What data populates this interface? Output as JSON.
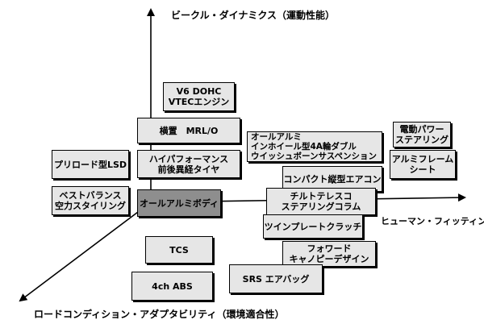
{
  "axes": {
    "vertical": "ビークル・ダイナミクス（運動性能）",
    "horizontal": "ヒューマン・フィッティング",
    "diagonal": "ロードコンディション・アダプタビリティ（環境適合性）"
  },
  "boxes": {
    "v6_dohc": [
      "V6 DOHC",
      "VTECエンジン"
    ],
    "yokooki": [
      "横置　MRL/O"
    ],
    "high_performance": [
      "ハイパフォーマンス",
      "前後異経タイヤ"
    ],
    "all_aluminum_body": [
      "オールアルミボディ"
    ],
    "preload_lsd": [
      "プリロード型LSD"
    ],
    "best_balance": [
      "ベストバランス",
      "空力スタイリング"
    ],
    "all_aluminum_wheel": [
      "オールアルミ",
      "インホイール型4A輪ダブル",
      "ウイッシュボーンサスペンション"
    ],
    "compact_aircon": [
      "コンパクト縦型エアコン"
    ],
    "tilt_telescopic": [
      "チルトテレスコ",
      "ステアリングコラム"
    ],
    "twin_plate_clutch": [
      "ツインプレートクラッチ"
    ],
    "electric_power_steering": [
      "電動パワー",
      "ステアリング"
    ],
    "aluminum_frame_seat": [
      "アルミフレーム",
      "シート"
    ],
    "tcs": [
      "TCS"
    ],
    "forward_canopy": [
      "フォワード",
      "キャノピーデザイン"
    ],
    "srs_airbag": [
      "SRS エアバッグ"
    ],
    "abs_4ch": [
      "4ch ABS"
    ]
  }
}
